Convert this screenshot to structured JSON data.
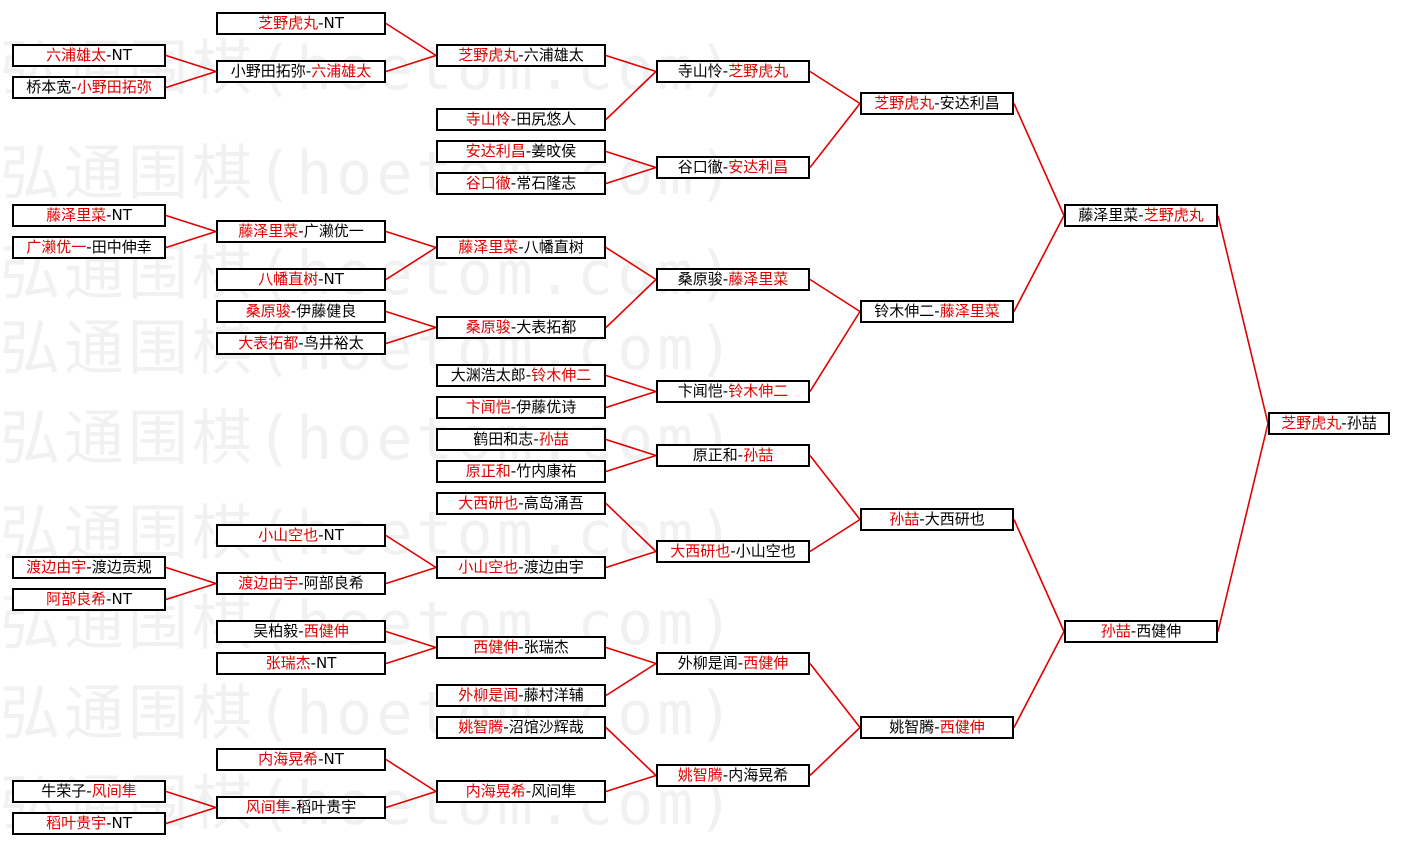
{
  "watermark": "弘通围棋(hoetom.com)",
  "colors": {
    "winner": "#e00000",
    "normal": "#000000",
    "line": "#e00000",
    "border": "#000000"
  },
  "separator": "-",
  "matches": [
    {
      "id": "r0_0",
      "p1": "六浦雄太",
      "p2": "NT",
      "w": 1
    },
    {
      "id": "r0_1",
      "p1": "桥本宽",
      "p2": "小野田拓弥",
      "w": 2
    },
    {
      "id": "r0_2",
      "p1": "藤泽里菜",
      "p2": "NT",
      "w": 1
    },
    {
      "id": "r0_3",
      "p1": "广濑优一",
      "p2": "田中伸幸",
      "w": 1
    },
    {
      "id": "r0_4",
      "p1": "渡边由宇",
      "p2": "渡边贡规",
      "w": 1
    },
    {
      "id": "r0_5",
      "p1": "阿部良希",
      "p2": "NT",
      "w": 1
    },
    {
      "id": "r0_6",
      "p1": "牛荣子",
      "p2": "风间隼",
      "w": 2
    },
    {
      "id": "r0_7",
      "p1": "稻叶贵宇",
      "p2": "NT",
      "w": 1
    },
    {
      "id": "r1_0",
      "p1": "芝野虎丸",
      "p2": "NT",
      "w": 1
    },
    {
      "id": "r1_1",
      "p1": "小野田拓弥",
      "p2": "六浦雄太",
      "w": 2
    },
    {
      "id": "r1_2",
      "p1": "藤泽里菜",
      "p2": "广濑优一",
      "w": 1
    },
    {
      "id": "r1_3",
      "p1": "八幡直树",
      "p2": "NT",
      "w": 1
    },
    {
      "id": "r1_4",
      "p1": "桑原骏",
      "p2": "伊藤健良",
      "w": 1
    },
    {
      "id": "r1_5",
      "p1": "大表拓都",
      "p2": "鸟井裕太",
      "w": 1
    },
    {
      "id": "r1_6",
      "p1": "小山空也",
      "p2": "NT",
      "w": 1
    },
    {
      "id": "r1_7",
      "p1": "渡边由宇",
      "p2": "阿部良希",
      "w": 1
    },
    {
      "id": "r1_8",
      "p1": "吴柏毅",
      "p2": "西健伸",
      "w": 2
    },
    {
      "id": "r1_9",
      "p1": "张瑞杰",
      "p2": "NT",
      "w": 1
    },
    {
      "id": "r1_10",
      "p1": "内海晃希",
      "p2": "NT",
      "w": 1
    },
    {
      "id": "r1_11",
      "p1": "风间隼",
      "p2": "稻叶贵宇",
      "w": 1
    },
    {
      "id": "r2_0",
      "p1": "芝野虎丸",
      "p2": "六浦雄太",
      "w": 1
    },
    {
      "id": "r2_1",
      "p1": "寺山怜",
      "p2": "田尻悠人",
      "w": 1
    },
    {
      "id": "r2_2",
      "p1": "安达利昌",
      "p2": "姜旼侯",
      "w": 1
    },
    {
      "id": "r2_3",
      "p1": "谷口徹",
      "p2": "常石隆志",
      "w": 1
    },
    {
      "id": "r2_4",
      "p1": "藤泽里菜",
      "p2": "八幡直树",
      "w": 1
    },
    {
      "id": "r2_5",
      "p1": "桑原骏",
      "p2": "大表拓都",
      "w": 1
    },
    {
      "id": "r2_6",
      "p1": "大渊浩太郎",
      "p2": "铃木伸二",
      "w": 2
    },
    {
      "id": "r2_7",
      "p1": "卞闻恺",
      "p2": "伊藤优诗",
      "w": 1
    },
    {
      "id": "r2_8",
      "p1": "鹤田和志",
      "p2": "孙喆",
      "w": 2
    },
    {
      "id": "r2_9",
      "p1": "原正和",
      "p2": "竹内康祐",
      "w": 1
    },
    {
      "id": "r2_10",
      "p1": "大西研也",
      "p2": "高岛涌吾",
      "w": 1
    },
    {
      "id": "r2_11",
      "p1": "小山空也",
      "p2": "渡边由宇",
      "w": 1
    },
    {
      "id": "r2_12",
      "p1": "西健伸",
      "p2": "张瑞杰",
      "w": 1
    },
    {
      "id": "r2_13",
      "p1": "外柳是闻",
      "p2": "藤村洋辅",
      "w": 1
    },
    {
      "id": "r2_14",
      "p1": "姚智腾",
      "p2": "沼馆沙辉哉",
      "w": 1
    },
    {
      "id": "r2_15",
      "p1": "内海晃希",
      "p2": "风间隼",
      "w": 1
    },
    {
      "id": "r3_0",
      "p1": "寺山怜",
      "p2": "芝野虎丸",
      "w": 2
    },
    {
      "id": "r3_1",
      "p1": "谷口徹",
      "p2": "安达利昌",
      "w": 2
    },
    {
      "id": "r3_2",
      "p1": "桑原骏",
      "p2": "藤泽里菜",
      "w": 2
    },
    {
      "id": "r3_3",
      "p1": "卞闻恺",
      "p2": "铃木伸二",
      "w": 2
    },
    {
      "id": "r3_4",
      "p1": "原正和",
      "p2": "孙喆",
      "w": 2
    },
    {
      "id": "r3_5",
      "p1": "大西研也",
      "p2": "小山空也",
      "w": 1
    },
    {
      "id": "r3_6",
      "p1": "外柳是闻",
      "p2": "西健伸",
      "w": 2
    },
    {
      "id": "r3_7",
      "p1": "姚智腾",
      "p2": "内海晃希",
      "w": 1
    },
    {
      "id": "r4_0",
      "p1": "芝野虎丸",
      "p2": "安达利昌",
      "w": 1
    },
    {
      "id": "r4_1",
      "p1": "铃木伸二",
      "p2": "藤泽里菜",
      "w": 2
    },
    {
      "id": "r4_2",
      "p1": "孙喆",
      "p2": "大西研也",
      "w": 1
    },
    {
      "id": "r4_3",
      "p1": "姚智腾",
      "p2": "西健伸",
      "w": 2
    },
    {
      "id": "r5_0",
      "p1": "藤泽里菜",
      "p2": "芝野虎丸",
      "w": 2
    },
    {
      "id": "r5_1",
      "p1": "孙喆",
      "p2": "西健伸",
      "w": 1
    },
    {
      "id": "r6_0",
      "p1": "芝野虎丸",
      "p2": "孙喆",
      "w": 1
    }
  ]
}
